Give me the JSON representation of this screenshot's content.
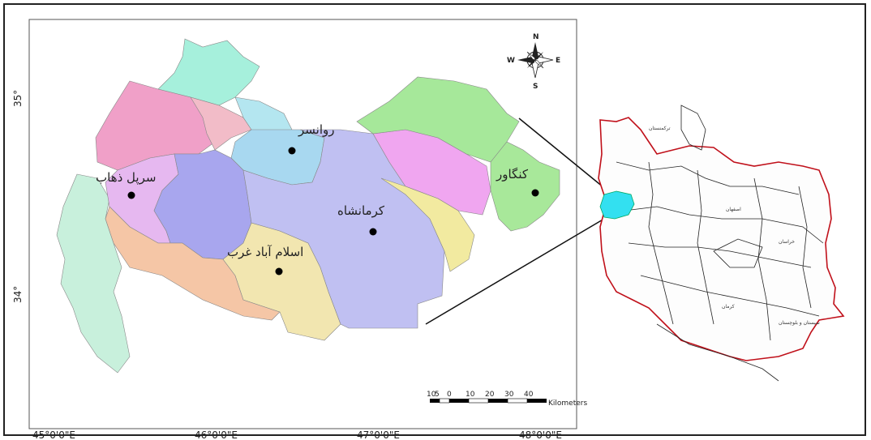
{
  "map": {
    "cities": [
      {
        "name": "روانسر"
      },
      {
        "name": "سرپل ذهاب"
      },
      {
        "name": "کرمانشاه"
      },
      {
        "name": "اسلام آباد غرب"
      },
      {
        "name": "کنگاور"
      }
    ],
    "longitude_labels": [
      "45°0'0\"E",
      "46°0'0\"E",
      "47°0'0\"E",
      "48°0'0\"E"
    ],
    "latitude_labels": [
      "35°",
      "34°"
    ],
    "scale_bar": {
      "ticks": [
        "10",
        "5",
        "0",
        "10",
        "20",
        "30",
        "40"
      ],
      "unit": "Kilometers"
    },
    "compass": {
      "n": "N",
      "s": "S",
      "e": "E",
      "w": "W"
    },
    "colors": {
      "highlight": "#33e0f0",
      "iran_border": "#c0101a",
      "region_purple": "#b9b9f2",
      "region_green": "#a6e8a0",
      "region_pink": "#f0a0e8",
      "region_peach": "#f5c6a6",
      "region_yellow": "#f2e6a6",
      "region_mint": "#c8f0dc"
    }
  }
}
